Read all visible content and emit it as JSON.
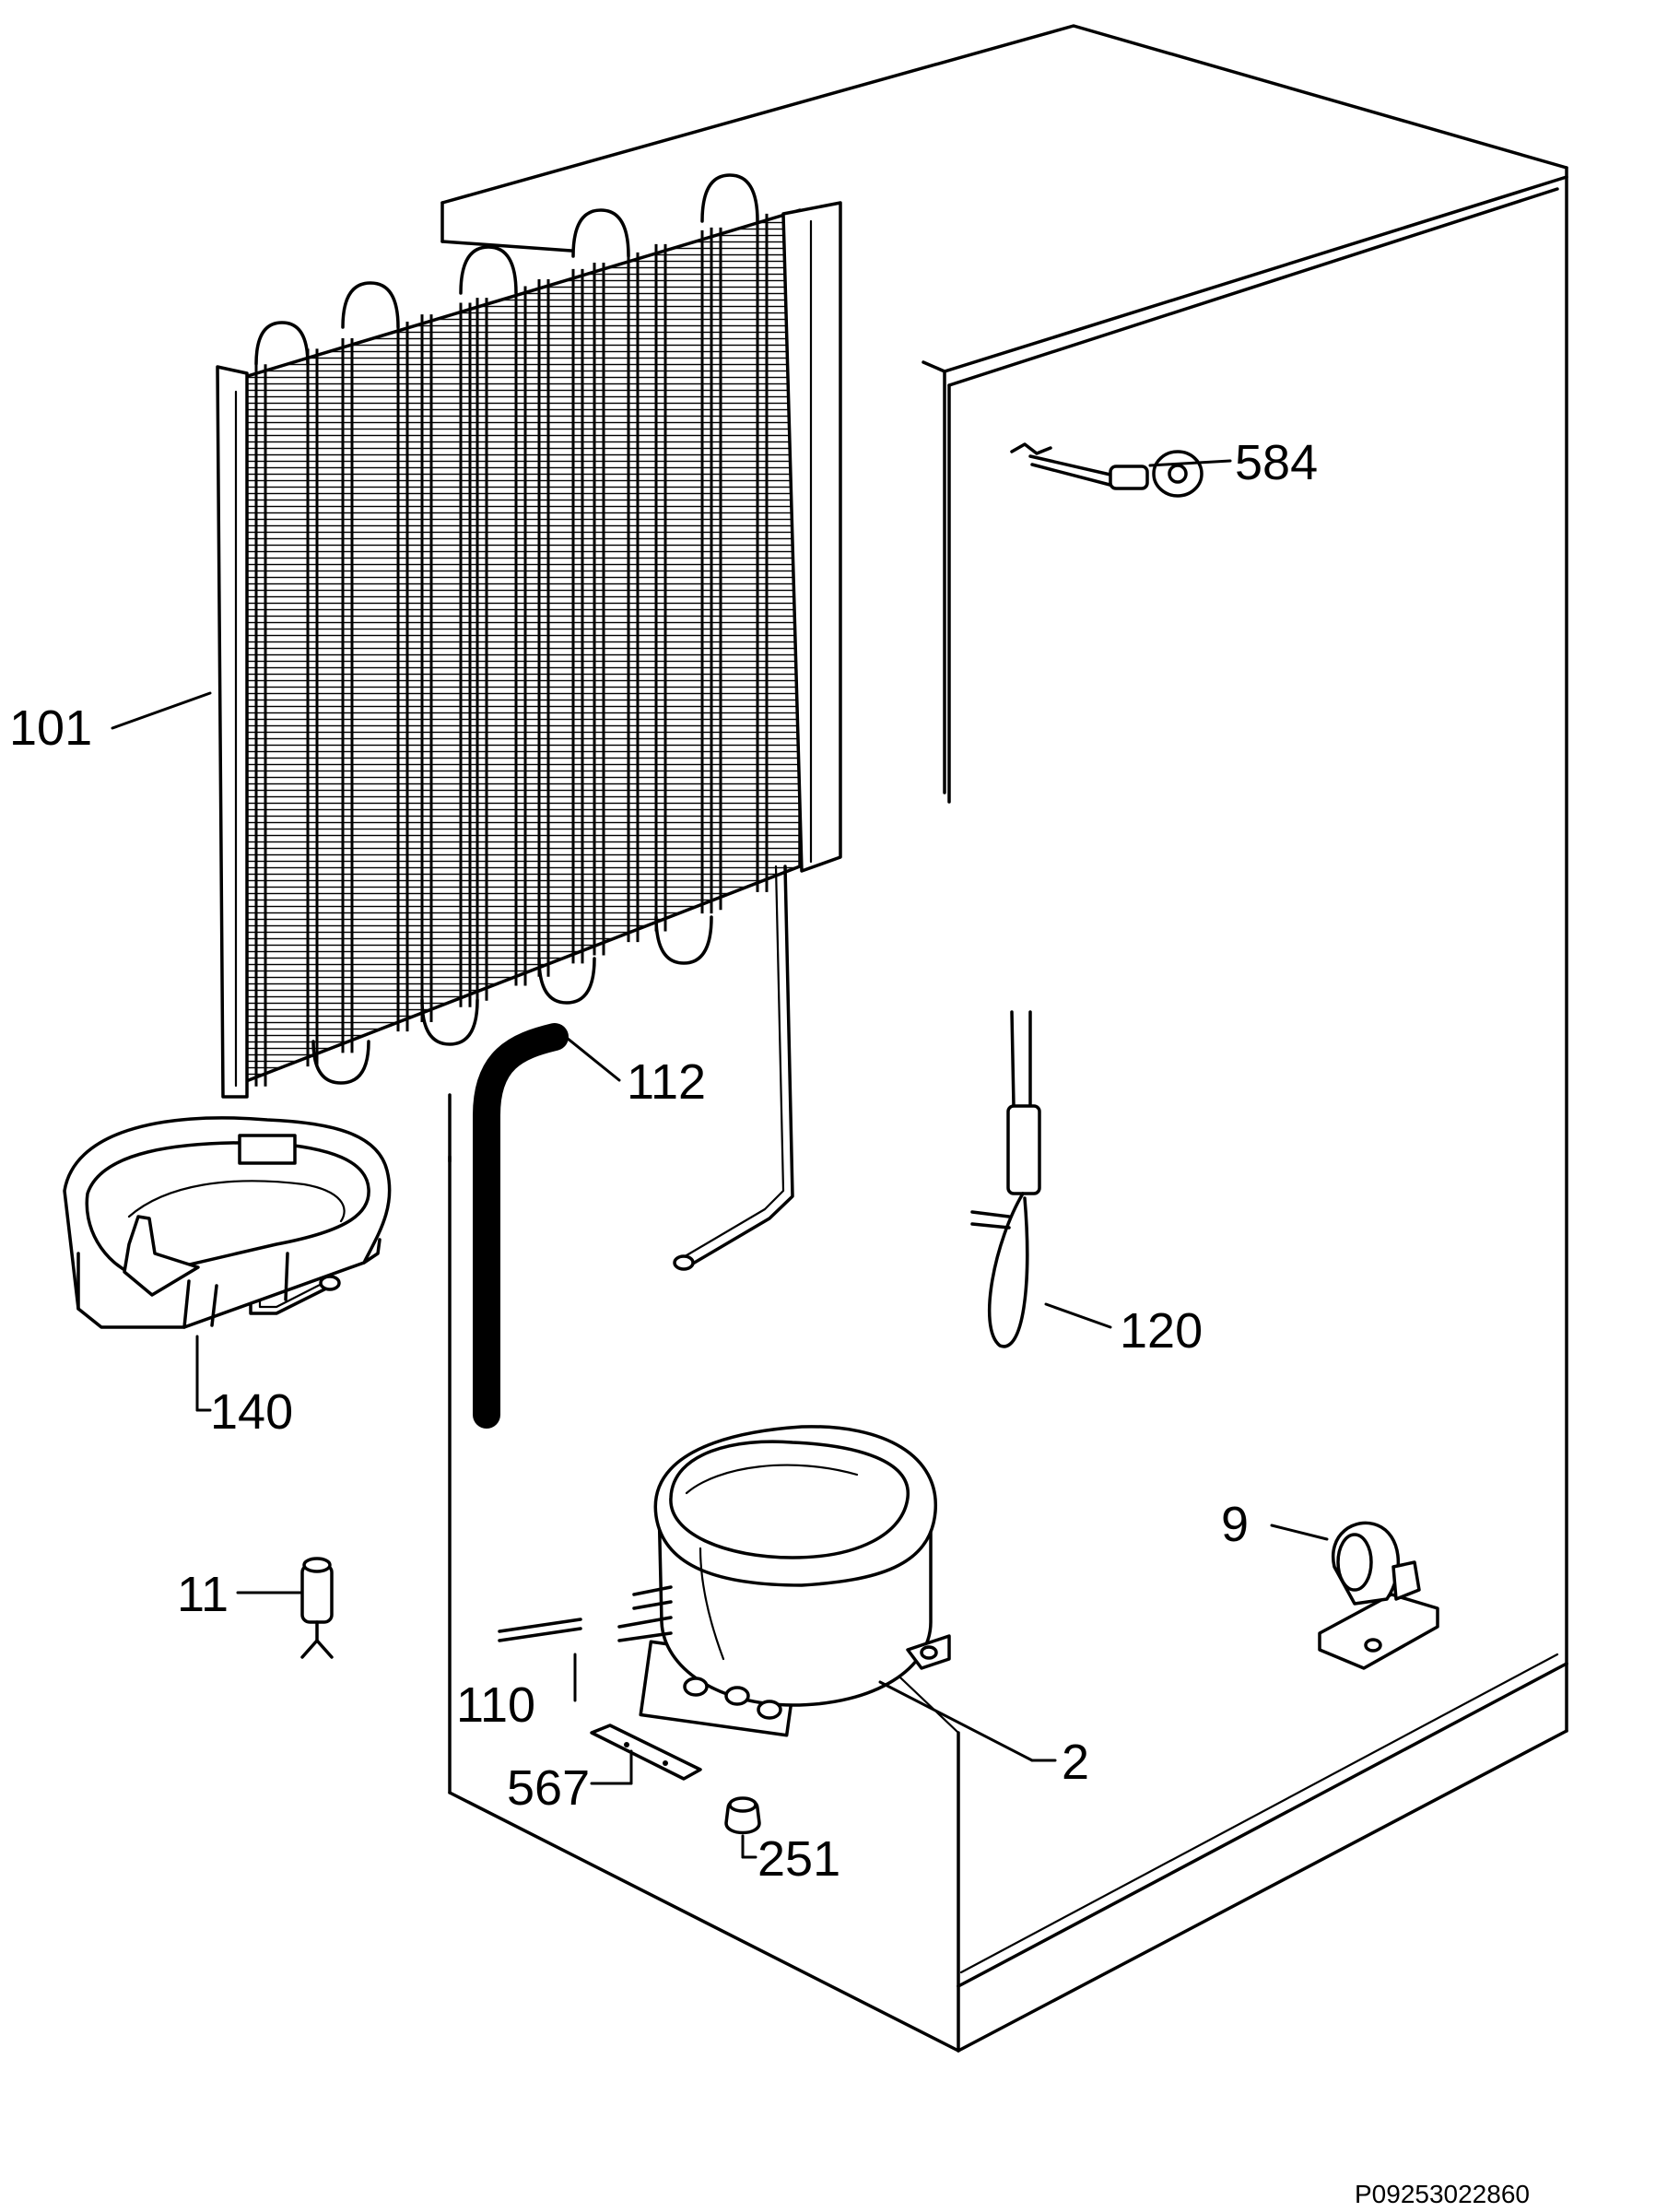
{
  "diagram": {
    "code": "P09253022860",
    "parts": [
      {
        "number": "584"
      },
      {
        "number": "101"
      },
      {
        "number": "112"
      },
      {
        "number": "120"
      },
      {
        "number": "140"
      },
      {
        "number": "9"
      },
      {
        "number": "11"
      },
      {
        "number": "110"
      },
      {
        "number": "2"
      },
      {
        "number": "567"
      },
      {
        "number": "251"
      }
    ]
  }
}
